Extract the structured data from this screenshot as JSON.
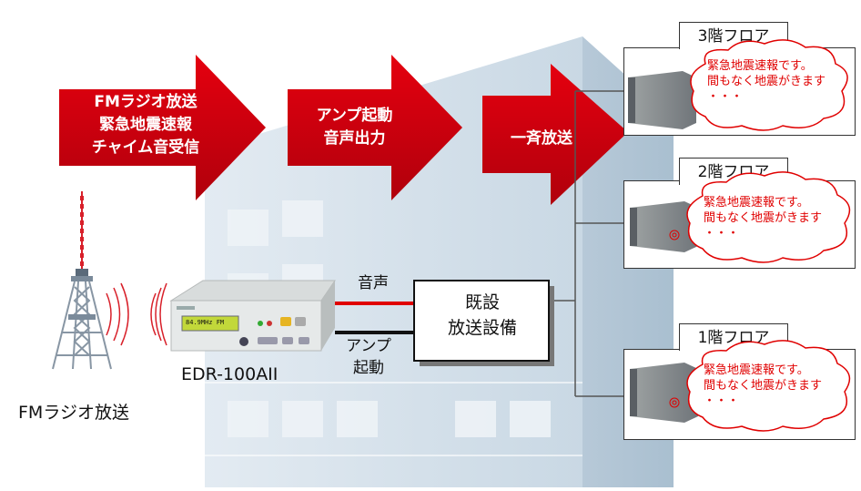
{
  "arrows": {
    "first": [
      "FMラジオ放送",
      "緊急地震速報",
      "チャイム音受信"
    ],
    "second": [
      "アンプ起動",
      "音声出力"
    ],
    "third": [
      "一斉放送"
    ]
  },
  "device": {
    "name": "EDR-100AII",
    "display": "84.9MHz FM"
  },
  "tower_label": "FMラジオ放送",
  "wires": {
    "audio": "音声",
    "amp_line1": "アンプ",
    "amp_line2": "起動"
  },
  "equipment": {
    "line1": "既設",
    "line2": "放送設備"
  },
  "floors": [
    {
      "label": "3階フロア",
      "msg1": "緊急地震速報です。",
      "msg2": "間もなく地震がきます",
      "msg3": "・・・"
    },
    {
      "label": "2階フロア",
      "msg1": "緊急地震速報です。",
      "msg2": "間もなく地震がきます",
      "msg3": "・・・"
    },
    {
      "label": "1階フロア",
      "msg1": "緊急地震速報です。",
      "msg2": "間もなく地震がきます",
      "msg3": "・・・"
    }
  ],
  "colors": {
    "arrow_red": "#c8000f",
    "building": "#d6e2ec",
    "message_red": "#e00000",
    "audio_wire": "#e00000"
  }
}
